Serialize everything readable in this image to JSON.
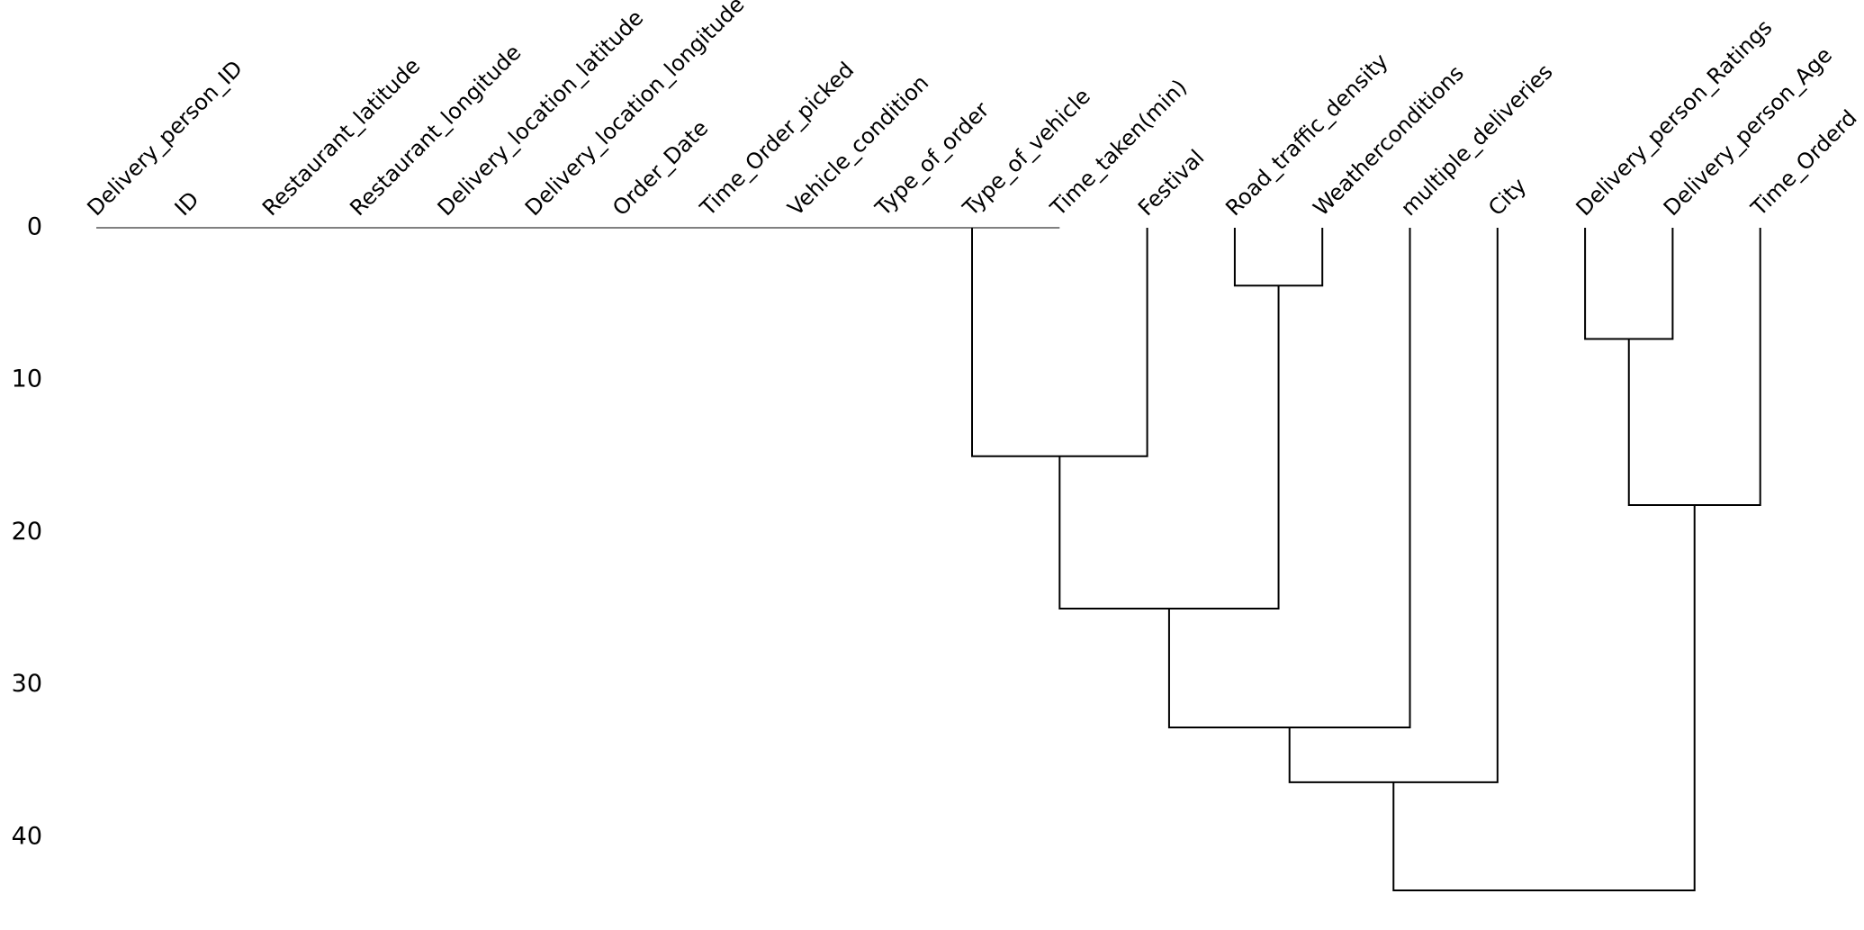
{
  "chart_data": {
    "type": "dendrogram",
    "title": "",
    "xlabel": "",
    "ylabel": "",
    "orientation": "top",
    "ylim": [
      0,
      43.5
    ],
    "yticks": [
      0,
      10,
      20,
      30,
      40
    ],
    "grid": false,
    "legend": "none",
    "colors": {
      "line": "#000000",
      "background": "#ffffff"
    },
    "leaves": [
      "Delivery_person_ID",
      "ID",
      "Restaurant_latitude",
      "Restaurant_longitude",
      "Delivery_location_latitude",
      "Delivery_location_longitude",
      "Order_Date",
      "Time_Order_picked",
      "Vehicle_condition",
      "Type_of_order",
      "Type_of_vehicle",
      "Time_taken(min)",
      "Festival",
      "Road_traffic_density",
      "Weatherconditions",
      "multiple_deliveries",
      "City",
      "Delivery_person_Ratings",
      "Delivery_person_Age",
      "Time_Orderd"
    ],
    "zero_height_group": {
      "from_leaf": 0,
      "to_leaf": 11
    },
    "links": [
      {
        "left": {
          "leaf": 10
        },
        "right": {
          "leaf": 12
        },
        "height": 15.0
      },
      {
        "left": {
          "leaf": 13
        },
        "right": {
          "leaf": 14
        },
        "height": 3.8
      },
      {
        "left": {
          "leaf": 17
        },
        "right": {
          "leaf": 18
        },
        "height": 7.3
      },
      {
        "left": {
          "merge": 2
        },
        "right": {
          "leaf": 19
        },
        "height": 18.2
      },
      {
        "left": {
          "merge": 0
        },
        "right": {
          "merge": 1
        },
        "height": 25.0
      },
      {
        "left": {
          "merge": 4
        },
        "right": {
          "leaf": 15
        },
        "height": 32.8
      },
      {
        "left": {
          "merge": 5
        },
        "right": {
          "leaf": 16
        },
        "height": 36.4
      },
      {
        "left": {
          "merge": 6
        },
        "right": {
          "merge": 3
        },
        "height": 43.5
      }
    ]
  }
}
